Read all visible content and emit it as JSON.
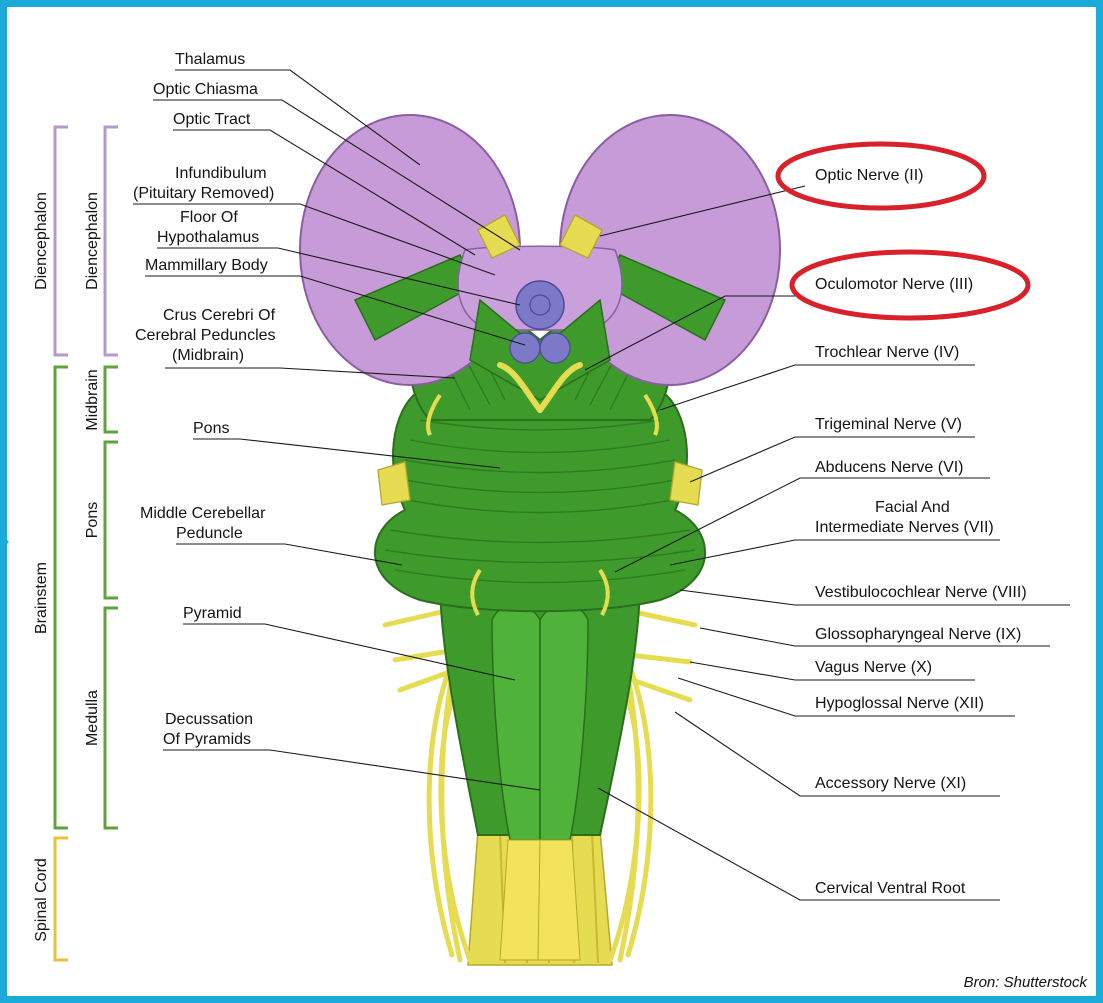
{
  "colors": {
    "frame": "#1cabd9",
    "diencephalon_bracket": "#b59ac9",
    "brainstem_bracket": "#5fa33a",
    "spinal_bracket": "#e5c23a",
    "highlight": "#d8212a",
    "thalamus": "#c79ad8",
    "green_tissue": "#3f9a2c",
    "nerve": "#e6dc52",
    "mammillary": "#7d79c9"
  },
  "brackets": {
    "outer_diencephalon": "Diencephalon",
    "inner_diencephalon": "Diencephalon",
    "brainstem": "Brainstem",
    "midbrain": "Midbrain",
    "pons": "Pons",
    "medulla": "Medulla",
    "spinal_cord": "Spinal Cord"
  },
  "left_labels": {
    "thalamus": "Thalamus",
    "optic_chiasma": "Optic Chiasma",
    "optic_tract": "Optic Tract",
    "infundibulum_1": "Infundibulum",
    "infundibulum_2": "(Pituitary Removed)",
    "floor_1": "Floor Of",
    "floor_2": "Hypothalamus",
    "mammillary": "Mammillary Body",
    "crus_1": "Crus Cerebri Of",
    "crus_2": "Cerebral Peduncles",
    "crus_3": "(Midbrain)",
    "pons": "Pons",
    "mcp_1": "Middle Cerebellar",
    "mcp_2": "Peduncle",
    "pyramid": "Pyramid",
    "decussation_1": "Decussation",
    "decussation_2": "Of Pyramids"
  },
  "right_labels": {
    "optic_nerve": "Optic Nerve (II)",
    "oculomotor": "Oculomotor Nerve (III)",
    "trochlear": "Trochlear Nerve (IV)",
    "trigeminal": "Trigeminal Nerve (V)",
    "abducens": "Abducens Nerve (VI)",
    "facial_1": "Facial And",
    "facial_2": "Intermediate Nerves (VII)",
    "vestibulo": "Vestibulocochlear Nerve (VIII)",
    "glosso": "Glossopharyngeal Nerve (IX)",
    "vagus": "Vagus Nerve (X)",
    "hypoglossal": "Hypoglossal Nerve (XII)",
    "accessory": "Accessory Nerve (XI)",
    "cervical": "Cervical Ventral Root"
  },
  "credit": "Bron: Shutterstock"
}
